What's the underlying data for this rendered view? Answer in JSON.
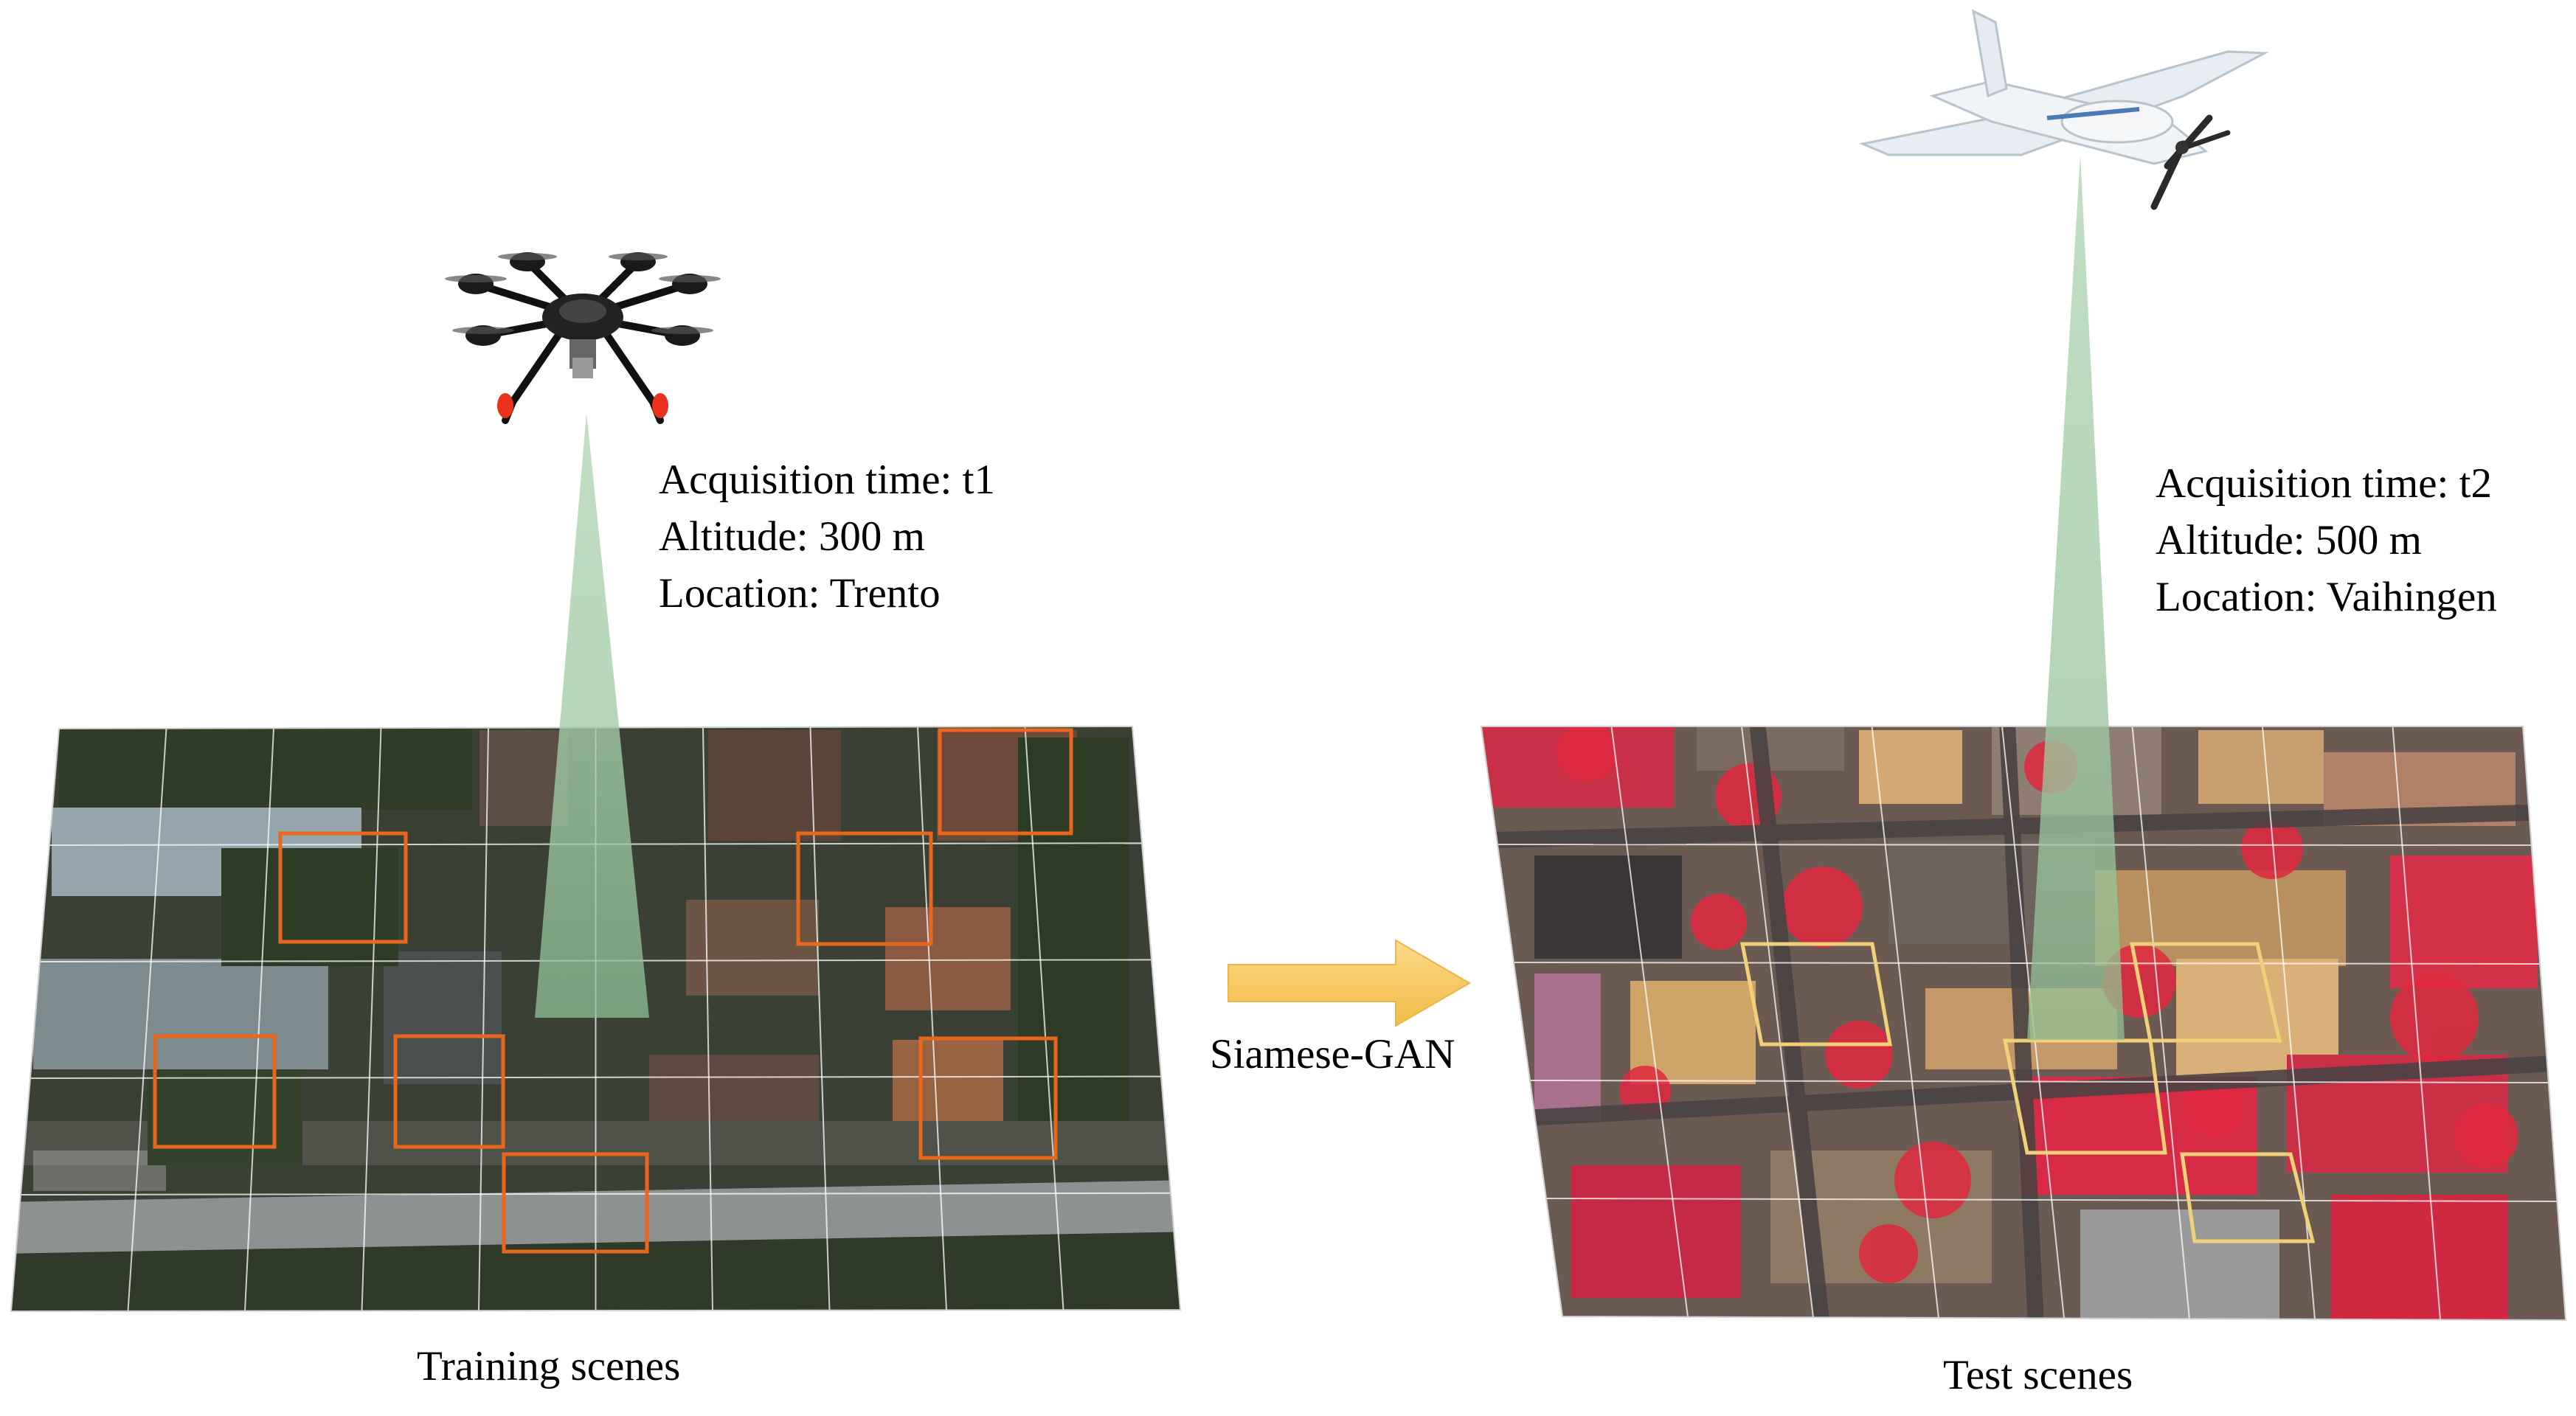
{
  "left_panel": {
    "platform": "drone-icon",
    "info_lines": [
      "Acquisition time: t1",
      "Altitude: 300 m",
      "Location: Trento"
    ],
    "caption": "Training scenes",
    "box_color": "#e8671c"
  },
  "right_panel": {
    "platform": "airplane-icon",
    "info_lines": [
      "Acquisition time: t2",
      "Altitude: 500 m",
      "Location: Vaihingen"
    ],
    "caption": "Test scenes",
    "box_color": "#f1d07a"
  },
  "transfer": {
    "arrow_icon": "arrow-right-icon",
    "label": "Siamese-GAN",
    "arrow_color": "#f7c65a"
  },
  "colors": {
    "grid": "#ffffff",
    "beam": "#9fc7a0",
    "left_scene_base": "#3a3f33",
    "right_scene_base": "#5a4a46",
    "right_vegetation": "#e0283e"
  }
}
